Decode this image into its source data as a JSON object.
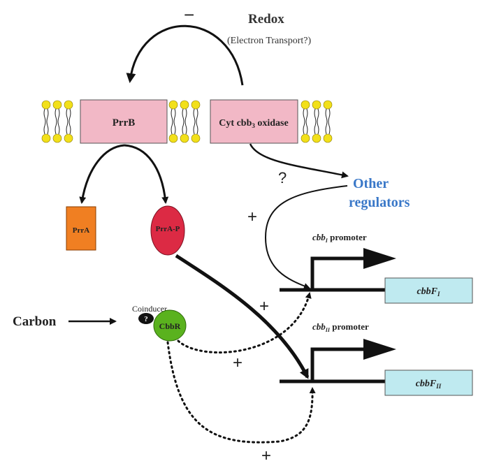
{
  "redox": {
    "title": "Redox",
    "subtitle": "(Electron Transport?)"
  },
  "signs": {
    "minus": "−",
    "plus_other": "+",
    "plus_prra": "+",
    "plus_cbbr_1": "+",
    "plus_cbbr_2": "+"
  },
  "membrane": {
    "prrb_label": "PrrB",
    "cyt_label_main": "Cyt cbb",
    "cyt_label_sub": "3",
    "cyt_label_tail": " oxidase"
  },
  "question_mark": "?",
  "other_regulators": {
    "line1": "Other",
    "line2": "regulators"
  },
  "prra": "PrrA",
  "prra_p": "PrrA-P",
  "carbon": "Carbon",
  "coinducer": "Coinducer",
  "coinducer_mark": "?",
  "cbbr": "CbbR",
  "promoter_i": {
    "gene": "cbb",
    "sub": "I",
    "suffix": " promoter"
  },
  "promoter_ii": {
    "gene": "cbb",
    "sub": "II",
    "suffix": " promoter"
  },
  "gene_i": {
    "name": "cbbF",
    "sub": "I"
  },
  "gene_ii": {
    "name": "cbbF",
    "sub": "II"
  },
  "colors": {
    "membrane_box": "#f2b8c6",
    "lipid_head": "#f2e01a",
    "prra": "#f07f22",
    "prra_p": "#dc2a44",
    "cbbr": "#5ab21e",
    "gene_box": "#bfeaf0",
    "other_regulators": "#3a78c8"
  }
}
